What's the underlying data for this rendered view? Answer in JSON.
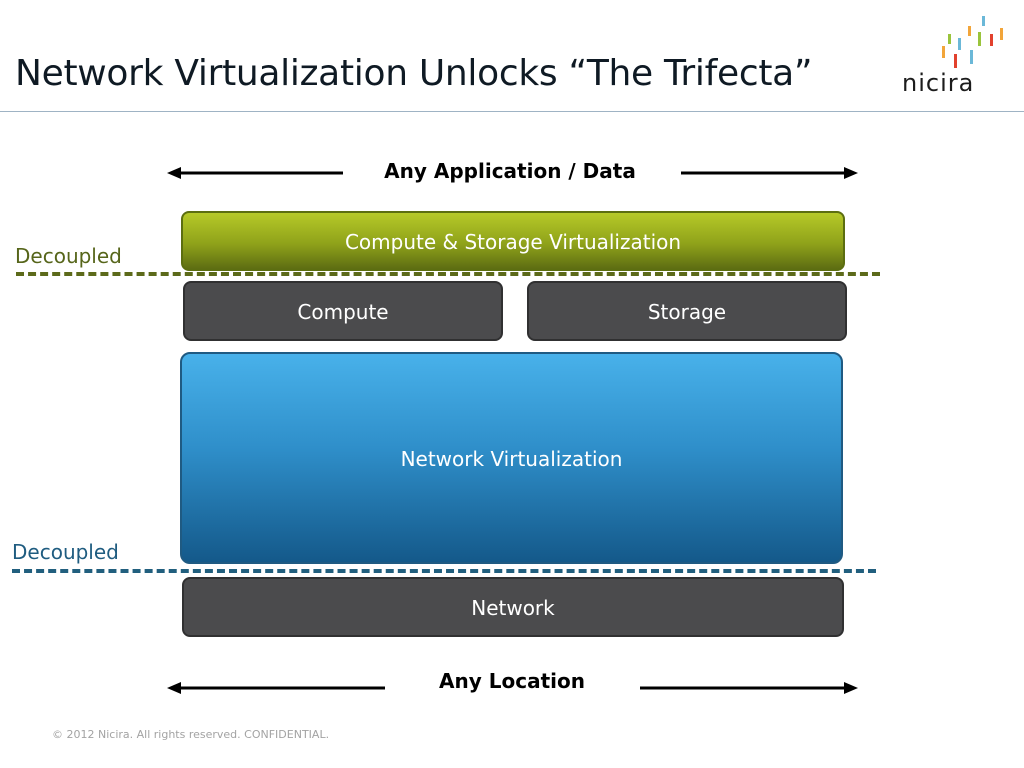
{
  "slide": {
    "title": "Network Virtualization Unlocks “The Trifecta”",
    "logo": {
      "wordmark": "nicira",
      "icon": "nicira-bars-logo"
    },
    "footer": "© 2012 Nicira. All rights reserved. CONFIDENTIAL."
  },
  "diagram": {
    "top_axis_label": "Any Application / Data",
    "bottom_axis_label": "Any Location",
    "compute_storage_virtualization": "Compute & Storage Virtualization",
    "compute": "Compute",
    "storage": "Storage",
    "network_virtualization": "Network Virtualization",
    "network": "Network",
    "decoupled_upper": "Decoupled",
    "decoupled_lower": "Decoupled"
  },
  "colors": {
    "green_layer": "#8fa21a",
    "blue_layer": "#2f8fca",
    "dark_layer": "#4b4b4d",
    "decoupled_green": "#56651a",
    "decoupled_blue": "#1f5c80"
  }
}
